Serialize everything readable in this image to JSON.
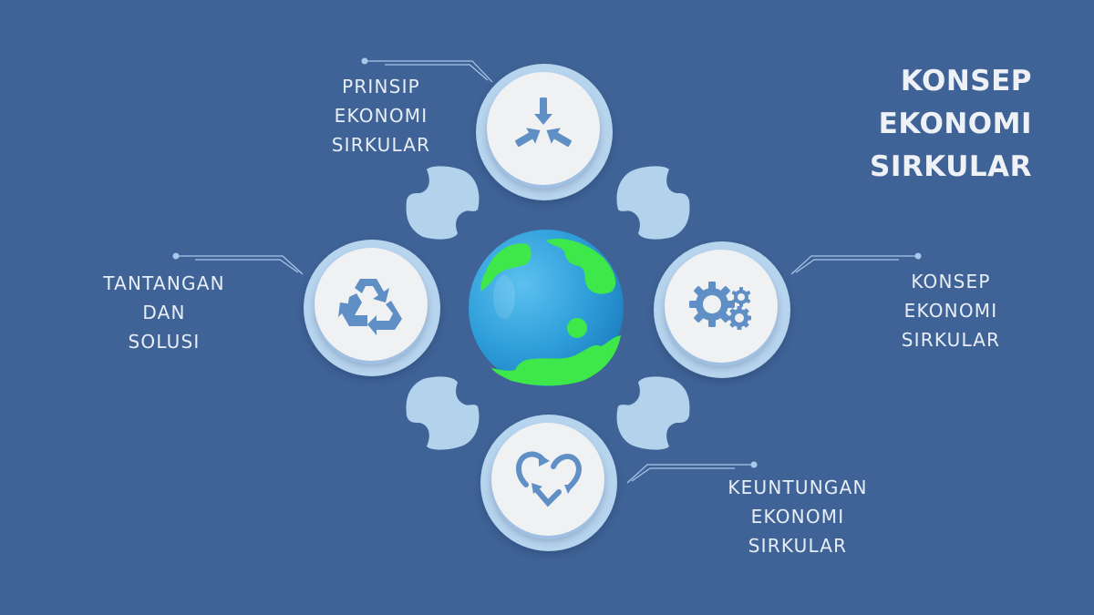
{
  "title": {
    "lines": [
      "KONSEP",
      "EKONOMI",
      "SIRKULAR"
    ]
  },
  "nodes": [
    {
      "id": "top",
      "icon": "converging-arrows-icon",
      "label": [
        "PRINSIP",
        "EKONOMI",
        "SIRKULAR"
      ]
    },
    {
      "id": "left",
      "icon": "recycle-icon",
      "label": [
        "TANTANGAN",
        "DAN",
        "SOLUSI"
      ]
    },
    {
      "id": "right",
      "icon": "gears-icon",
      "label": [
        "KONSEP",
        "EKONOMI",
        "SIRKULAR"
      ]
    },
    {
      "id": "bottom",
      "icon": "recycle-heart-icon",
      "label": [
        "KEUNTUNGAN",
        "EKONOMI",
        "SIRKULAR"
      ]
    }
  ],
  "center": {
    "icon": "globe-icon"
  },
  "colors": {
    "background": "#3f6396",
    "ring": "#b7d4ee",
    "face": "#eff1f3",
    "icon": "#5f8fc4",
    "connector": "#b3d2ec",
    "ocean": "#2ea3dc",
    "land": "#3ee84a",
    "text": "#e8eef7"
  }
}
